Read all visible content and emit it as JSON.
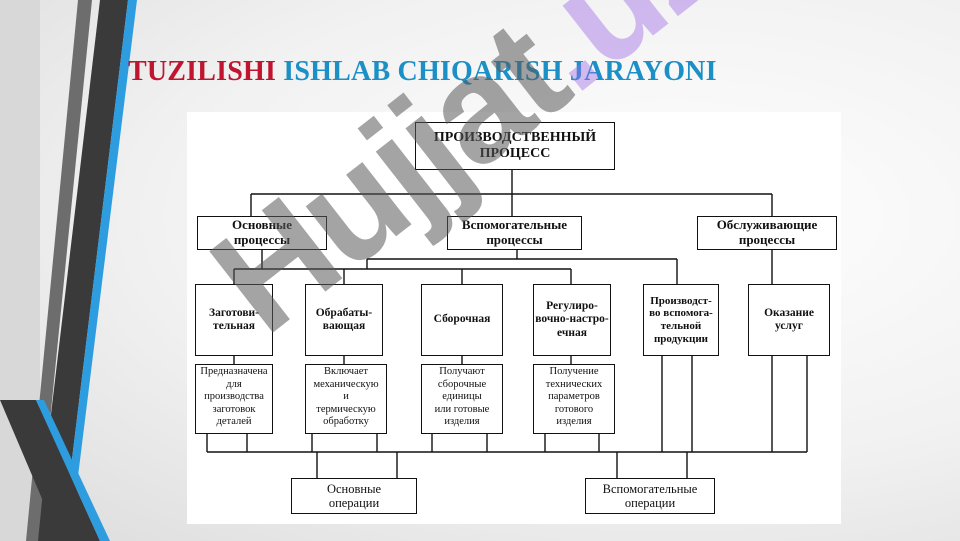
{
  "title": {
    "part1": "TUZILISHI",
    "part2": "ISHLAB CHIQARISH JARAYONI"
  },
  "diagram": {
    "root": "ПРОИЗВОДСТВЕННЫЙ\nПРОЦЕСС",
    "level1": {
      "main": "Основные\nпроцессы",
      "aux": "Вспомогательные\nпроцессы",
      "service": "Обслуживающие\nпроцессы"
    },
    "level2": {
      "procurement": "Заготови-\nтельная",
      "processing": "Обрабаты-\nвающая",
      "assembly": "Сборочная",
      "adjustment": "Регулиро-\nвочно-настро-\nечная",
      "aux_production": "Производст-\nво вспомога-\nтельной\nпродукции",
      "services": "Оказание\nуслуг"
    },
    "descriptions": {
      "procurement": "Предназначена\nдля\nпроизводства\nзаготовок\nдеталей",
      "processing": "Включает\nмеханическую\nи\nтермическую\nобработку",
      "assembly": "Получают\nсборочные\nединицы\nили готовые\nизделия",
      "adjustment": "Получение\nтехнических\nпараметров\nготового\nизделия"
    },
    "operations": {
      "main": "Основные\nоперации",
      "aux": "Вспомогательные\nоперации"
    }
  },
  "watermark": {
    "part1": "Hujjat",
    "part2": ".uz"
  },
  "colors": {
    "title_red": "#c0142f",
    "title_blue": "#1b8fc6",
    "stripe_dark": "#3a3a3a",
    "stripe_blue": "#2d9de0"
  }
}
